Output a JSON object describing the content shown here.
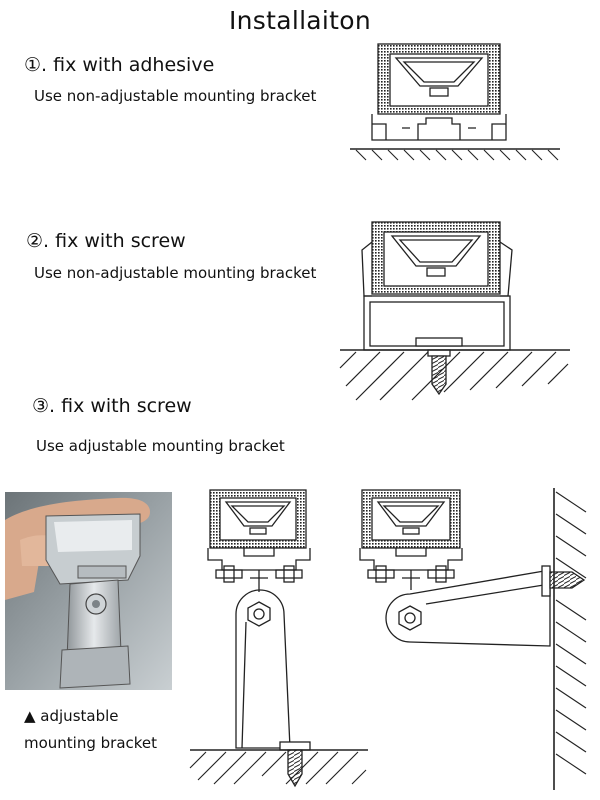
{
  "page": {
    "title": "Installaiton"
  },
  "steps": [
    {
      "label": "①. fix with adhesive",
      "note": "Use non-adjustable mounting bracket"
    },
    {
      "label": "②. fix with screw",
      "note": "Use non-adjustable mounting bracket"
    },
    {
      "label": "③. fix with screw",
      "note": "Use adjustable mounting bracket"
    }
  ],
  "photo": {
    "caption_line1": "▲ adjustable",
    "caption_line2": "mounting bracket"
  }
}
